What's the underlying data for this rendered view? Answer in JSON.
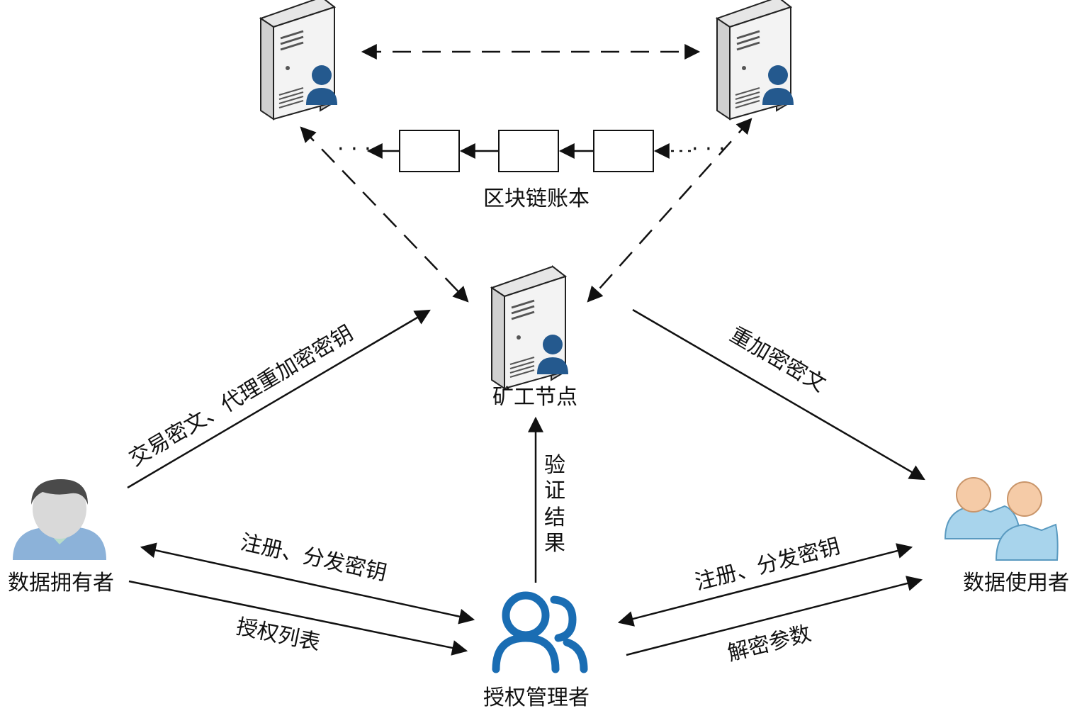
{
  "diagram": {
    "nodes": {
      "ledger": "区块链账本",
      "miner": "矿工节点",
      "owner": "数据拥有者",
      "user": "数据使用者",
      "manager": "授权管理者"
    },
    "edges": {
      "owner_to_miner": "交易密文、代理重加密密钥",
      "miner_to_user": "重加密密文",
      "manager_to_miner": "验证结果",
      "register_owner": "注册、分发密钥",
      "auth_list": "授权列表",
      "register_user": "注册、分发密钥",
      "decrypt_params": "解密参数"
    },
    "ellipsis": "· · ·"
  },
  "colors": {
    "line": "#111111",
    "server_face": "#f2f2f2",
    "server_side": "#c8c8c8",
    "person_blue": "#24598e",
    "manager_blue": "#1a6db3",
    "user_body": "#a8d4ec",
    "skin": "#f5cba7",
    "owner_hair": "#4a4a4a",
    "owner_body": "#8cb2d9"
  }
}
